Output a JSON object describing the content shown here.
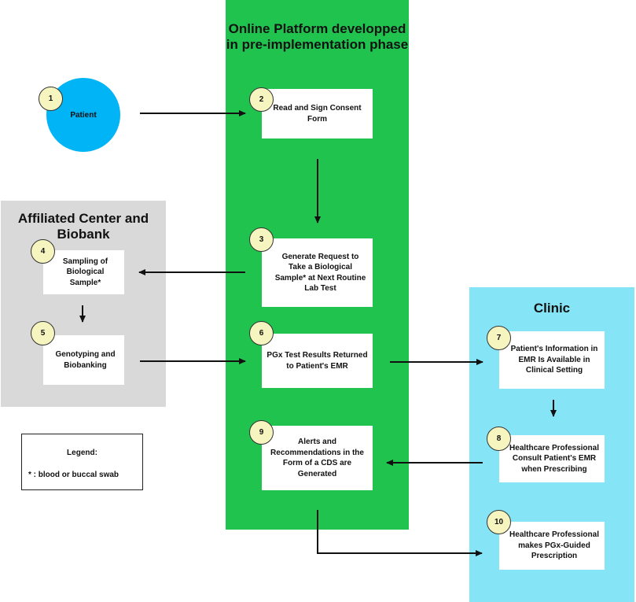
{
  "panels": {
    "platform_title": "Online Platform developped in pre-implementation phase",
    "affiliated_title": "Affiliated Center and Biobank",
    "clinic_title": "Clinic"
  },
  "steps": [
    {
      "number": "1",
      "label": "Patient"
    },
    {
      "number": "2",
      "label": "Read and Sign Consent Form"
    },
    {
      "number": "3",
      "label": "Generate Request to Take a Biological Sample* at Next Routine Lab Test"
    },
    {
      "number": "4",
      "label": "Sampling of Biological Sample*"
    },
    {
      "number": "5",
      "label": "Genotyping and Biobanking"
    },
    {
      "number": "6",
      "label": "PGx Test Results Returned to Patient's EMR"
    },
    {
      "number": "7",
      "label": "Patient's Information in EMR Is Available in Clinical Setting"
    },
    {
      "number": "8",
      "label": "Healthcare Professional Consult Patient's EMR when Prescribing"
    },
    {
      "number": "9",
      "label": "Alerts and Recommendations in the Form of a CDS are Generated"
    },
    {
      "number": "10",
      "label": "Healthcare Professional makes PGx-Guided Prescription"
    }
  ],
  "legend": {
    "title": "Legend:",
    "note": "* : blood or buccal swab"
  },
  "colors": {
    "platform": "#1fc34e",
    "affiliated": "#d9d9d9",
    "clinic": "#85e5f7",
    "patient": "#00b4f5",
    "badge": "#f6f5c0"
  }
}
